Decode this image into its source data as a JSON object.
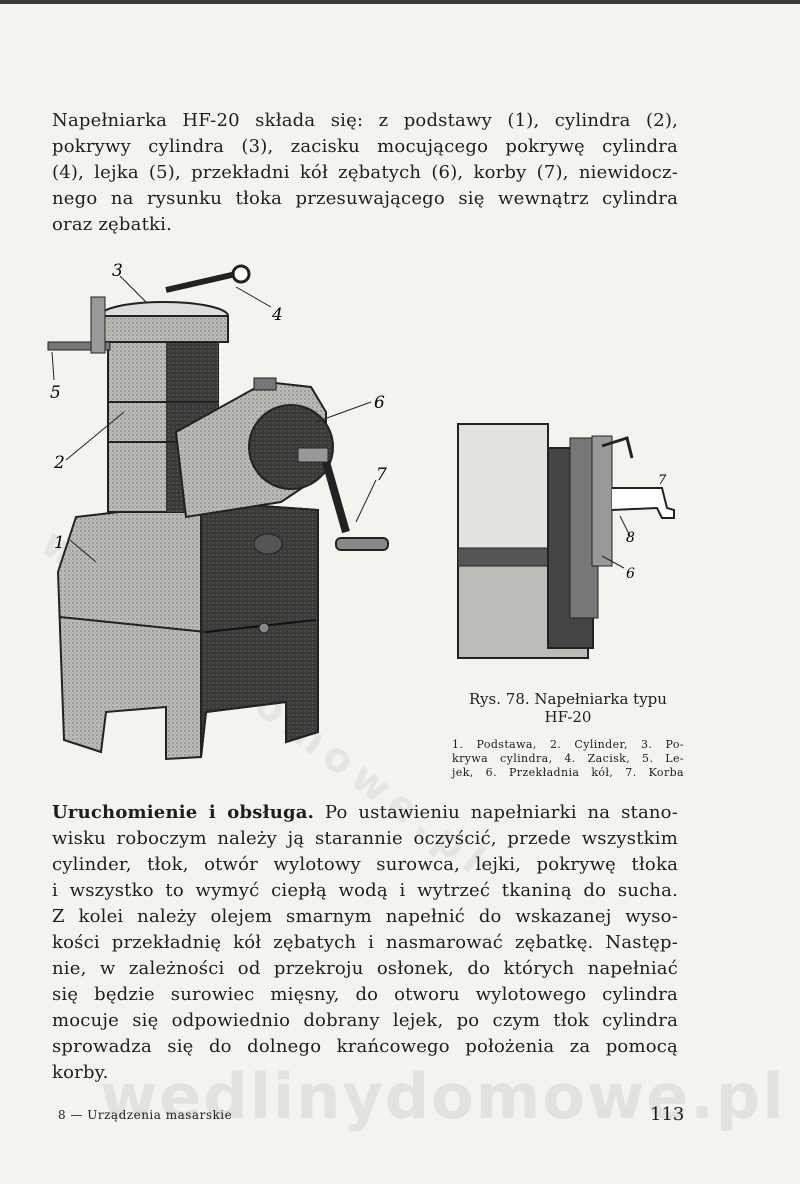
{
  "intro_lines": [
    "Napełniarka HF-20 składa się: z podstawy (1), cylindra (2),",
    "pokrywy cylindra (3), zacisku mocującego pokrywę cylindra",
    "(4), lejka (5), przekładni kół zębatych (6), korby (7), niewidocz-",
    "nego na rysunku tłoka przesuwającego się wewnątrz cylindra",
    "oraz zębatki."
  ],
  "figure_main_labels": {
    "l1": "1",
    "l2": "2",
    "l3": "3",
    "l4": "4",
    "l5": "5",
    "l6": "6",
    "l7": "7"
  },
  "figure_detail_labels": {
    "l6": "6",
    "l7": "7",
    "l8": "8"
  },
  "caption": {
    "line1": "Rys. 78. Napełniarka typu",
    "line2": "HF-20"
  },
  "legend_lines": [
    "1. Podstawa, 2. Cylinder, 3. Po-",
    "krywa cylindra, 4. Zacisk, 5. Le-",
    "jek, 6. Przekładnia kół, 7. Korba"
  ],
  "body": {
    "heading": "Uruchomienie i obsługa.",
    "line1_rest": " Po ustawieniu napełniarki na stano-",
    "lines": [
      "wisku roboczym należy ją starannie oczyścić, przede wszystkim",
      "cylinder, tłok, otwór wylotowy surowca, lejki, pokrywę tłoka",
      "i wszystko to wymyć ciepłą wodą i wytrzeć tkaniną do sucha.",
      "Z kolei należy olejem smarnym napełnić do wskazanej wyso-",
      "kości przekładnię kół zębatych i nasmarować zębatkę. Następ-",
      "nie, w zależności od przekroju osłonek, do których napełniać",
      "się będzie surowiec mięsny, do otworu wylotowego cylindra",
      "mocuje się odpowiednio dobrany lejek, po czym tłok cylindra",
      "sprowadza się do dolnego krańcowego położenia za pomocą",
      "korby."
    ]
  },
  "footer": {
    "left": "8 — Urządzenia masarskie",
    "page_number": "113"
  },
  "watermark": {
    "text": "wedlinydomowe.pl"
  }
}
